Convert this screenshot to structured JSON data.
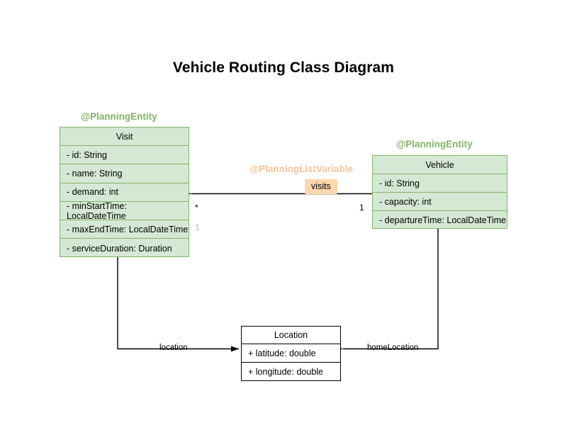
{
  "diagram": {
    "title": "Vehicle Routing Class Diagram",
    "type": "uml-class-diagram"
  },
  "classes": {
    "visit": {
      "stereotype": "@PlanningEntity",
      "name": "Visit",
      "attributes": [
        "- id: String",
        "- name: String",
        "- demand: int",
        "- minStartTime: LocalDateTime",
        "- maxEndTime: LocalDateTime",
        "- serviceDuration: Duration"
      ]
    },
    "vehicle": {
      "stereotype": "@PlanningEntity",
      "name": "Vehicle",
      "attributes": [
        "- id: String",
        "- capacity: int",
        "- departureTime: LocalDateTime"
      ]
    },
    "location": {
      "name": "Location",
      "attributes": [
        "+ latitude: double",
        "+ longitude: double"
      ]
    }
  },
  "associations": {
    "visits": {
      "stereotype": "@PlanningListVariable",
      "label": "visits",
      "source_multiplicity": "1",
      "target_multiplicity": "*",
      "extra_multiplicity": "1"
    },
    "location": {
      "label": "location"
    },
    "home_location": {
      "label": "homeLocation"
    }
  },
  "colors": {
    "entity_fill": "#d5e8d4",
    "entity_border": "#82b366",
    "entity_stereotype": "#82b366",
    "listvar_stereotype": "#f5c69b",
    "badge_fill": "#fad7ac",
    "plain_fill": "#ffffff",
    "plain_border": "#000000",
    "faded_multiplicity": "#c9aed6"
  }
}
